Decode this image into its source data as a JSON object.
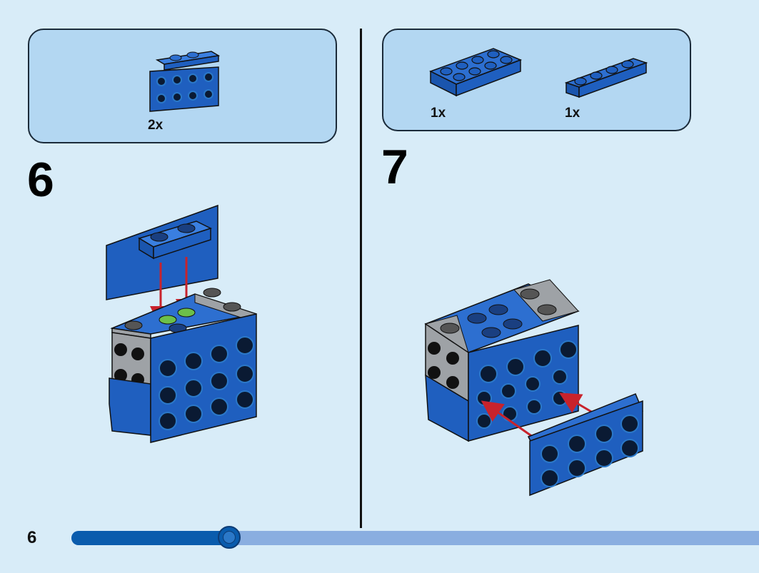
{
  "page": {
    "number": "6",
    "progress": 0.23
  },
  "steps": [
    {
      "number": "6",
      "parts": [
        {
          "name": "blue-bracket-plate",
          "qty": "2x"
        }
      ]
    },
    {
      "number": "7",
      "parts": [
        {
          "name": "blue-plate-2x4",
          "qty": "1x"
        },
        {
          "name": "blue-plate-1x4",
          "qty": "1x"
        }
      ]
    }
  ],
  "colors": {
    "background": "#d8ecf8",
    "parts_box": "#b3d7f2",
    "brick_blue": "#1f5fbf",
    "brick_gray": "#9ea2a6",
    "arrow_red": "#c8232c",
    "highlight_green": "#6cc04a",
    "progress_fill": "#0a5cad",
    "progress_track": "#8aaee0"
  }
}
